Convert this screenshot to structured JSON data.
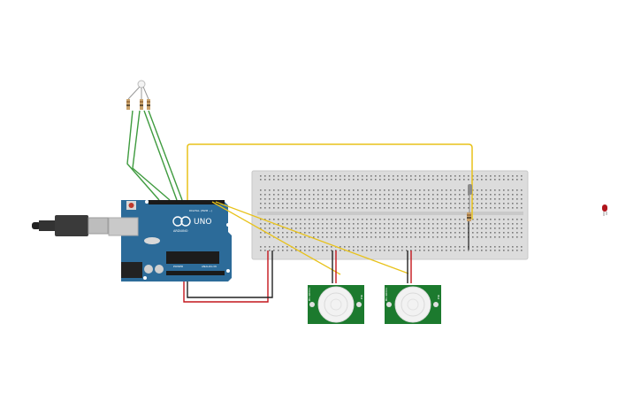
{
  "arduino": {
    "logo": "UNO",
    "brand": "ARDUINO",
    "digital_label": "DIGITAL (PWM ~)",
    "power_label": "POWER",
    "analog_label": "ANALOG IN"
  },
  "pir_sensors": [
    {
      "left_label": "HC-SR501",
      "right_label": "PIR"
    },
    {
      "left_label": "HC-SR501",
      "right_label": "PIR"
    }
  ],
  "colors": {
    "arduino_board": "#2c6b99",
    "breadboard": "#d9d9d9",
    "pir_board": "#1c7a2e",
    "wire_yellow": "#e8c21a",
    "wire_green": "#3f9b3f",
    "wire_red": "#c4161c",
    "wire_black": "#222222",
    "led_red": "#b0141c"
  }
}
